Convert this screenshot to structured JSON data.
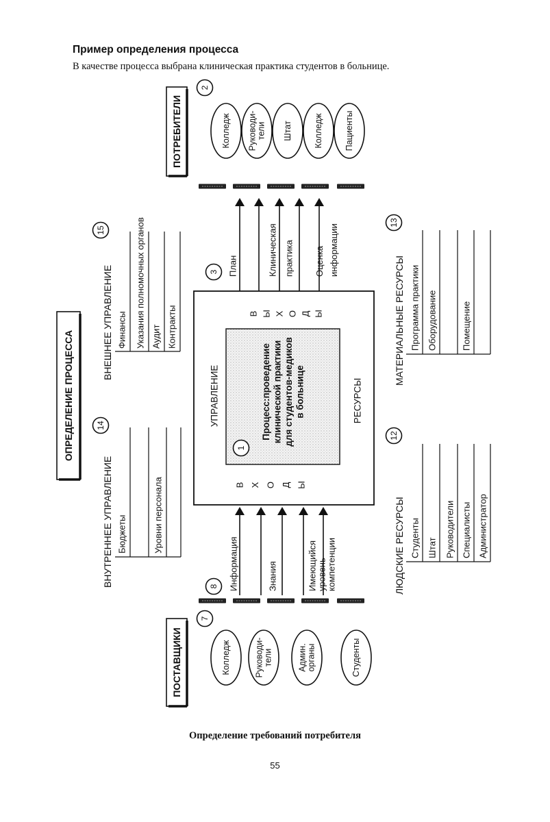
{
  "page": {
    "heading": "Пример определения процесса",
    "intro": "В качестве процесса выбрана клиническая практика студентов в больнице.",
    "caption": "Определение требований потребителя",
    "page_number": "55"
  },
  "diagram": {
    "title": "ОПРЕДЕЛЕНИЕ ПРОЦЕССА",
    "process": {
      "number": "1",
      "lines": [
        "Процесс:проведение",
        "клинической практики",
        "для студентов-медиков",
        "в больнице"
      ],
      "control_label": "УПРАВЛЕНИЕ",
      "resources_label": "РЕСУРСЫ",
      "outputs_letters": [
        "В",
        "Ы",
        "Х",
        "О",
        "Д",
        "Ы"
      ],
      "inputs_letters": [
        "В",
        "Х",
        "О",
        "Д",
        "Ы"
      ]
    },
    "consumers": {
      "title": "ПОТРЕБИТЕЛИ",
      "number": "2",
      "items": [
        [
          "Колледж"
        ],
        [
          "Руководи-",
          "тели"
        ],
        [
          "Штат"
        ],
        [
          "Колледж"
        ],
        [
          "Пациенты"
        ]
      ]
    },
    "outputs": {
      "number": "3",
      "items": [
        [
          "План"
        ],
        [
          "Клиническая",
          "практика"
        ],
        [
          "Оценка",
          "информации"
        ]
      ]
    },
    "suppliers": {
      "title": "ПОСТАВЩИКИ",
      "number": "7",
      "items": [
        [
          "Колледж"
        ],
        [
          "Руководи-",
          "тели"
        ],
        [
          "Админ.",
          "органы"
        ],
        [
          "Студенты"
        ]
      ]
    },
    "inputs": {
      "number": "8",
      "items": [
        [
          "Информация"
        ],
        [
          "Знания"
        ],
        [
          "Имеющийся",
          "уровень",
          "компетенции"
        ]
      ]
    },
    "human_resources": {
      "title": "ЛЮДСКИЕ РЕСУРСЫ",
      "number": "12",
      "items": [
        "Студенты",
        "Штат",
        "Руководители",
        "Специалисты",
        "Администратор"
      ]
    },
    "material_resources": {
      "title": "МАТЕРИАЛЬНЫЕ РЕСУРСЫ",
      "number": "13",
      "items": [
        "Программа практики",
        "Оборудование",
        "",
        "Помещение",
        ""
      ]
    },
    "internal_control": {
      "title": "ВНУТРЕННЕЕ УПРАВЛЕНИЕ",
      "number": "14",
      "items": [
        "Бюджеты",
        "",
        "Уровни персонала",
        ""
      ]
    },
    "external_control": {
      "title": "ВНЕШНЕЕ УПРАВЛЕНИЕ",
      "number": "15",
      "items": [
        "Финансы",
        "Указания полномочных органов",
        "Аудит",
        "Контракты"
      ]
    }
  }
}
